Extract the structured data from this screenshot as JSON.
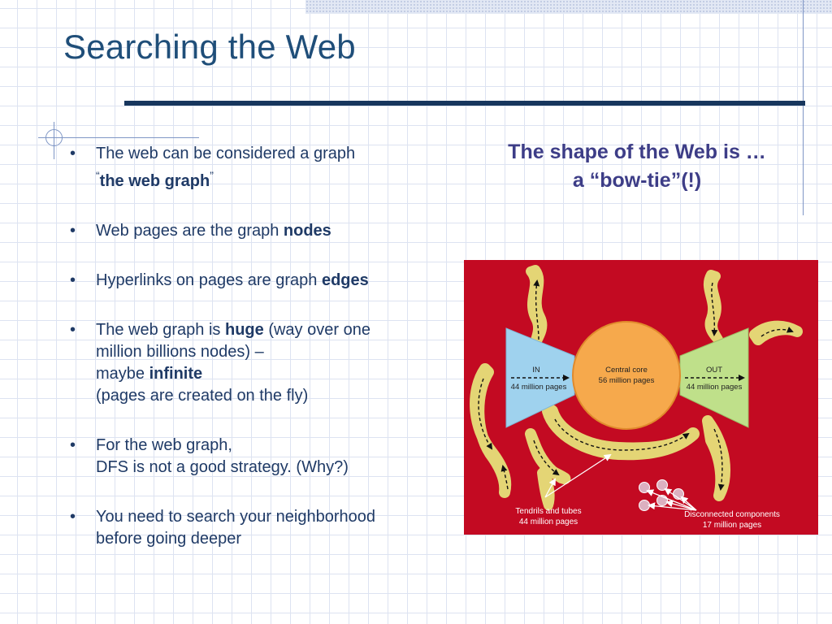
{
  "slide": {
    "title": "Searching the Web",
    "bullet_symbol": "•",
    "bullets": [
      {
        "pre": "The web can be considered a graph",
        "open_quote": "“",
        "em": "the web graph",
        "close_quote": "”"
      },
      {
        "pre": "Web pages are the graph ",
        "em": "nodes"
      },
      {
        "pre": "Hyperlinks on pages are graph ",
        "em": "edges"
      },
      {
        "pre": "The web graph is ",
        "em": "huge",
        "post": " (way over one",
        "line2": "million billions nodes) –",
        "line3_pre": "maybe ",
        "line3_em": "infinite",
        "line4": "(pages are created on the fly)"
      },
      {
        "line1": "For the web graph,",
        "line2": "DFS is not a good strategy. (Why?)"
      },
      {
        "line1": "You need to search your neighborhood",
        "line2": "before going deeper"
      }
    ],
    "side_caption": {
      "line1": "The shape of the Web is …",
      "line2_pre": "a ",
      "open_quote": "“",
      "word": "bow-tie",
      "close_quote": "”",
      "line2_post": "(!)"
    }
  },
  "diagram": {
    "in": {
      "label": "IN",
      "count": "44 million pages"
    },
    "core": {
      "label": "Central core",
      "count": "56 million pages"
    },
    "out": {
      "label": "OUT",
      "count": "44 million pages"
    },
    "tendrils": {
      "label": "Tendrils and tubes",
      "count": "44 million pages"
    },
    "disconnected": {
      "label": "Disconnected components",
      "count": "17 million pages"
    },
    "colors": {
      "background": "#c30a22",
      "in": "#9fd2ee",
      "out": "#bfe08a",
      "core": "#f6a94c",
      "tendril": "#f5eca0",
      "disconnected": "#dcb0c0",
      "label_text": "#ffffff"
    }
  }
}
